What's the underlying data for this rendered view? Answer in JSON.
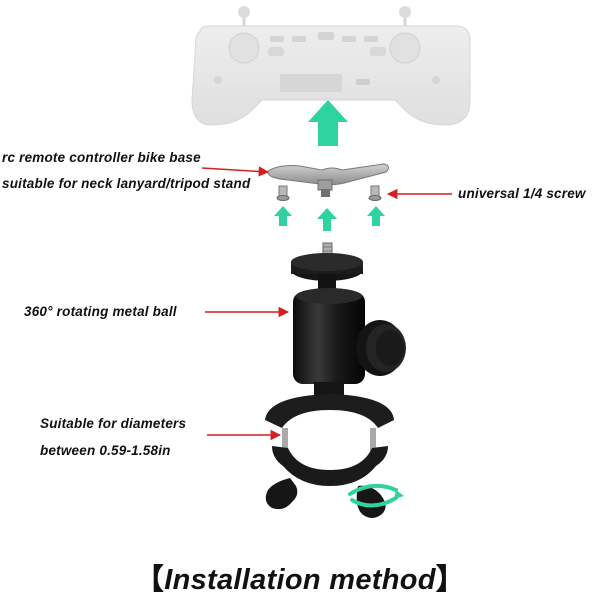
{
  "callouts": {
    "rc_base_line1": "rc remote controller bike base",
    "rc_base_line2": "suitable for neck lanyard/tripod stand",
    "screw": "universal 1/4 screw",
    "ball": "360° rotating metal ball",
    "diam_line1": "Suitable for diameters",
    "diam_line2": "between 0.59-1.58in"
  },
  "footer": {
    "bracket_open": "【",
    "title": "Installation method",
    "bracket_close": "】"
  },
  "colors": {
    "arrow_green": "#2fd3a0",
    "pointer_red": "#d42020",
    "metal_dark": "#1c1c1c",
    "controller_gray": "#e3e3e3"
  }
}
